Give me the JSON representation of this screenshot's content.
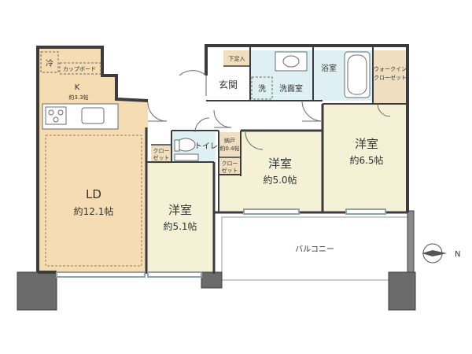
{
  "rooms": {
    "ld": {
      "name": "LD",
      "area": "約12.1帖"
    },
    "kitchen": {
      "name": "K",
      "area": "約3.3帖"
    },
    "fridge": {
      "name": "冷"
    },
    "cupboard": {
      "name": "カップボード"
    },
    "room1": {
      "name": "洋室",
      "area": "約5.1帖"
    },
    "room2": {
      "name": "洋室",
      "area": "約5.0帖"
    },
    "room3": {
      "name": "洋室",
      "area": "約6.5帖"
    },
    "entrance": {
      "name": "玄関"
    },
    "shoebox": {
      "name": "下足入"
    },
    "washroom": {
      "name": "洗面室"
    },
    "washer": {
      "name": "洗"
    },
    "bath": {
      "name": "浴室"
    },
    "wic": {
      "line1": "ウォークイン",
      "line2": "クローゼット"
    },
    "toilet": {
      "name": "トイレ"
    },
    "storage": {
      "line1": "納戸",
      "line2": "約0.4帖"
    },
    "closet1": {
      "line1": "クロー",
      "line2": "ゼット"
    },
    "closet2": {
      "line1": "クロー",
      "line2": "ゼット"
    },
    "balcony": {
      "name": "バルコニー"
    }
  },
  "compass": {
    "label": "N"
  },
  "colors": {
    "ld": "#f6dcb2",
    "kitchen": "#f6dcb2",
    "room": "#f4f1d6",
    "wet": "#dff0f5",
    "closet": "#efdfc0",
    "entrance": "#ffffff",
    "wall": "#3c3c3c",
    "window": "#8fa3ad"
  }
}
